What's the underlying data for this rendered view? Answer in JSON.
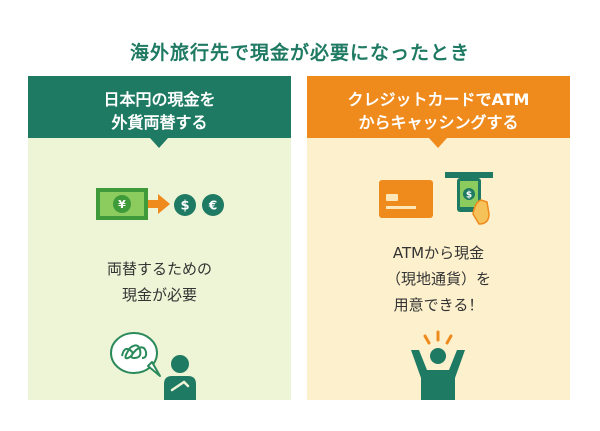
{
  "title": "海外旅行先で現金が必要になったとき",
  "left": {
    "banner_line1": "日本円の現金を",
    "banner_line2": "外貨両替する",
    "text_line1": "両替するための",
    "text_line2": "現金が必要",
    "colors": {
      "banner": "#1f7a63",
      "panel": "#eef4d6"
    },
    "icons": [
      "yen-banknote-icon",
      "arrow-right-icon",
      "dollar-coin-icon",
      "euro-coin-icon",
      "confused-person-icon",
      "speech-bubble-icon"
    ]
  },
  "right": {
    "banner_line1": "クレジットカードでATM",
    "banner_line2": "からキャッシングする",
    "text_line1": "ATMから現金",
    "text_line2": "（現地通貨）を",
    "text_line3": "用意できる！",
    "colors": {
      "banner": "#ef8a1c",
      "panel": "#fdf1cd"
    },
    "icons": [
      "credit-card-icon",
      "atm-cash-icon",
      "happy-person-icon"
    ]
  }
}
